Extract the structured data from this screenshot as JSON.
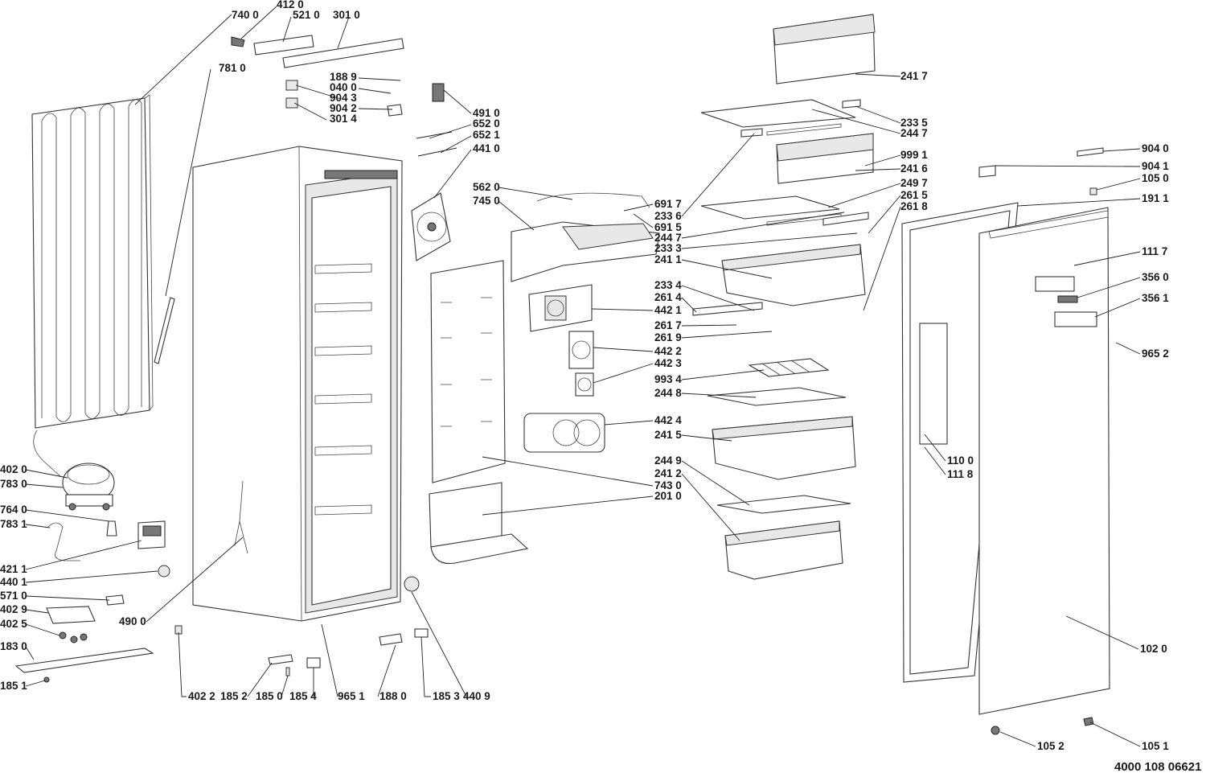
{
  "document_code": "4000 108 06621",
  "labels": [
    "740 0",
    "412 0",
    "521 0",
    "301 0",
    "781 0",
    "188 9",
    "040 0",
    "904 3",
    "904 2",
    "301 4",
    "491 0",
    "652 0",
    "652 1",
    "441 0",
    "562 0",
    "745 0",
    "691 7",
    "233 6",
    "691 5",
    "244 7",
    "233 3",
    "241 1",
    "233 4",
    "261 4",
    "442 1",
    "261 7",
    "261 9",
    "442 2",
    "442 3",
    "993 4",
    "244 8",
    "442 4",
    "241 5",
    "244 9",
    "241 2",
    "743 0",
    "201 0",
    "241 7",
    "233 5",
    "244 7",
    "999 1",
    "241 6",
    "249 7",
    "261 5",
    "261 8",
    "904 0",
    "904 1",
    "105 0",
    "191 1",
    "111 7",
    "356 0",
    "356 1",
    "965 2",
    "110 0",
    "111 8",
    "102 0",
    "105 2",
    "105 1",
    "402 0",
    "783 0",
    "764 0",
    "783 1",
    "421 1",
    "440 1",
    "571 0",
    "402 9",
    "402 5",
    "183 0",
    "185 1",
    "490 0",
    "402 2",
    "185 2",
    "185 0",
    "185 4",
    "965 1",
    "188 0",
    "185 3",
    "440 9"
  ]
}
